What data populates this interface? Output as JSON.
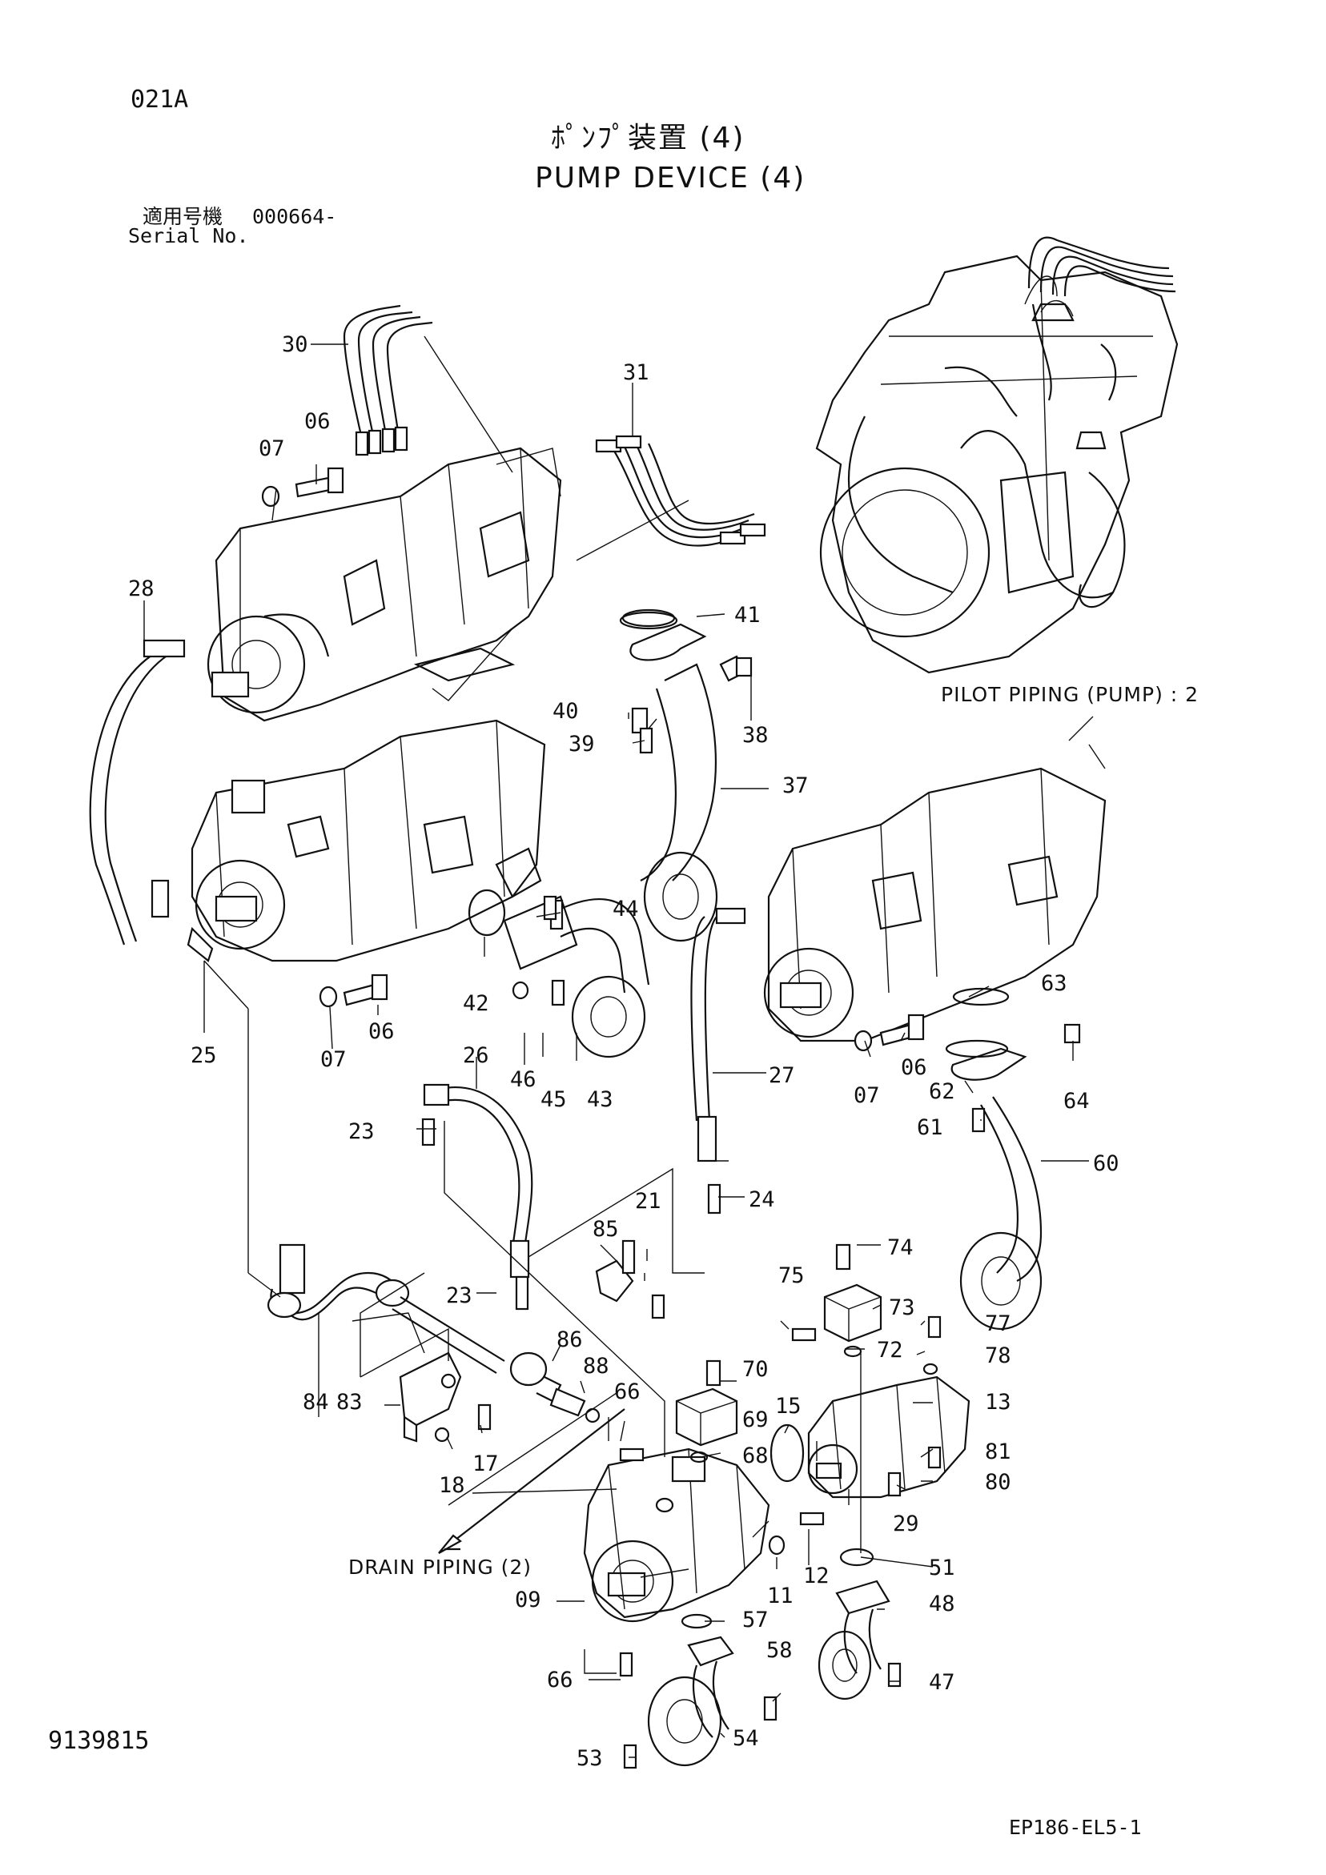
{
  "header": {
    "page_code": "021A",
    "title_jp": "ﾎﾟﾝﾌﾟ装置 (4)",
    "title_en": "PUMP DEVICE (4)",
    "serial_label_jp": "適用号機",
    "serial_value": "000664-",
    "serial_label_en": "Serial No."
  },
  "notes": {
    "pilot_piping": "PILOT PIPING (PUMP) : 2",
    "drain_piping": "DRAIN PIPING (2)"
  },
  "footer": {
    "left_code": "9139815",
    "right_code": "EP186-EL5-1"
  },
  "callouts": {
    "c30": "30",
    "c31": "31",
    "c06a": "06",
    "c07a": "07",
    "c28": "28",
    "c41": "41",
    "c40": "40",
    "c38": "38",
    "c39": "39",
    "c37": "37",
    "c44": "44",
    "c42": "42",
    "c06b": "06",
    "c07b": "07",
    "c25": "25",
    "c46": "46",
    "c45": "45",
    "c43": "43",
    "c26": "26",
    "c27": "27",
    "c63": "63",
    "c06c": "06",
    "c07c": "07",
    "c62": "62",
    "c64": "64",
    "c61": "61",
    "c60": "60",
    "c23a": "23",
    "c24": "24",
    "c21": "21",
    "c85": "85",
    "c74": "74",
    "c75": "75",
    "c73": "73",
    "c77": "77",
    "c23b": "23",
    "c86": "86",
    "c72": "72",
    "c78": "78",
    "c70": "70",
    "c88": "88",
    "c13": "13",
    "c84": "84",
    "c83": "83",
    "c66a": "66",
    "c69": "69",
    "c15": "15",
    "c68": "68",
    "c81": "81",
    "c80": "80",
    "c18": "18",
    "c17": "17",
    "c29": "29",
    "c51": "51",
    "c09": "09",
    "c11": "11",
    "c12": "12",
    "c48": "48",
    "c57": "57",
    "c58": "58",
    "c66b": "66",
    "c47": "47",
    "c53": "53",
    "c54": "54"
  }
}
